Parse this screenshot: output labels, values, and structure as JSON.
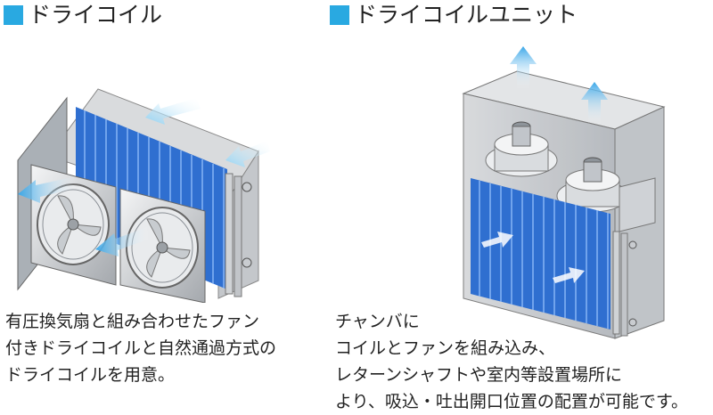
{
  "colors": {
    "accent": "#29a9e1",
    "coil_blue": "#2f6fd0",
    "frame_gray": "#b9bcc0",
    "arrow_light": "#8fd3f5"
  },
  "left": {
    "title": "ドライコイル",
    "description": [
      "有圧換気扇と組み合わせたファン",
      "付きドライコイルと自然通過方式の",
      "ドライコイルを用意。"
    ],
    "illustration": {
      "fans": 2,
      "airflow_arrows": 4
    }
  },
  "right": {
    "title": "ドライコイルユニット",
    "description": [
      "チャンバに",
      "コイルとファンを組み込み、",
      "レターンシャフトや室内等設置場所に",
      "より、吸込・吐出開口位置の配置が可能です。"
    ],
    "illustration": {
      "fans": 2,
      "airflow_arrows": 4
    }
  }
}
